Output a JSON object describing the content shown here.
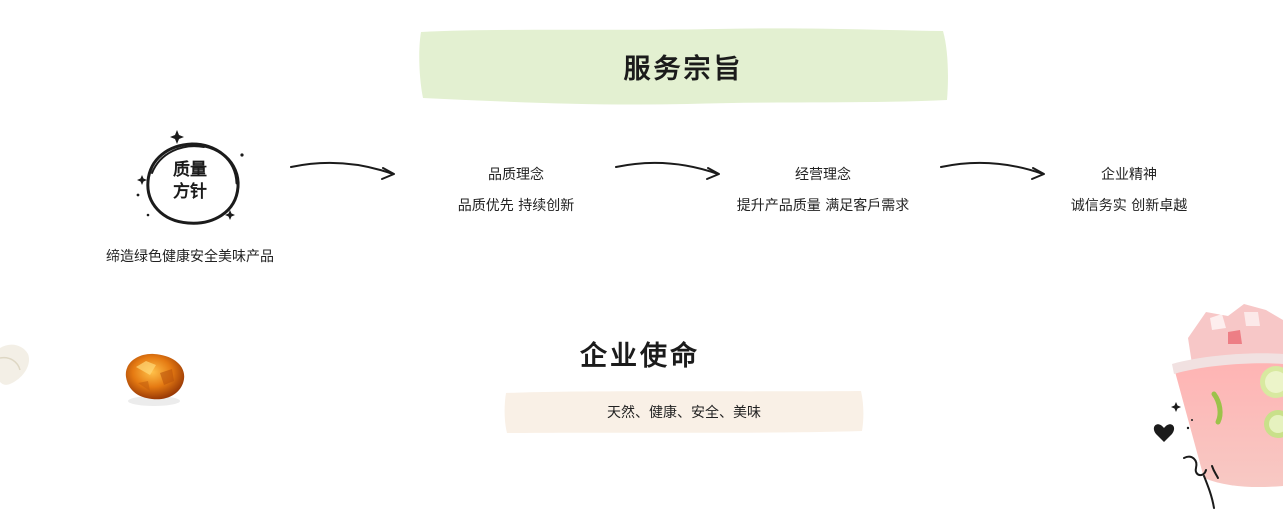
{
  "service": {
    "title": "服务宗旨",
    "banner_color": "#e3f0d1",
    "badge": {
      "line1": "质量",
      "line2": "方针",
      "caption": "缔造绿色健康安全美味产品"
    },
    "concepts": [
      {
        "title": "品质理念",
        "desc": "品质优先 持续创新"
      },
      {
        "title": "经营理念",
        "desc": "提升产品质量 满足客戶需求"
      },
      {
        "title": "企业精神",
        "desc": "诚信务实 创新卓越"
      }
    ]
  },
  "mission": {
    "title": "企业使命",
    "text": "天然、健康、安全、美味",
    "banner_color": "#f9f0e6"
  },
  "decor": {
    "left_item": "candy-icon",
    "right_item": "fruit-drink-cup-icon",
    "heart": "heart-doodle-icon"
  }
}
